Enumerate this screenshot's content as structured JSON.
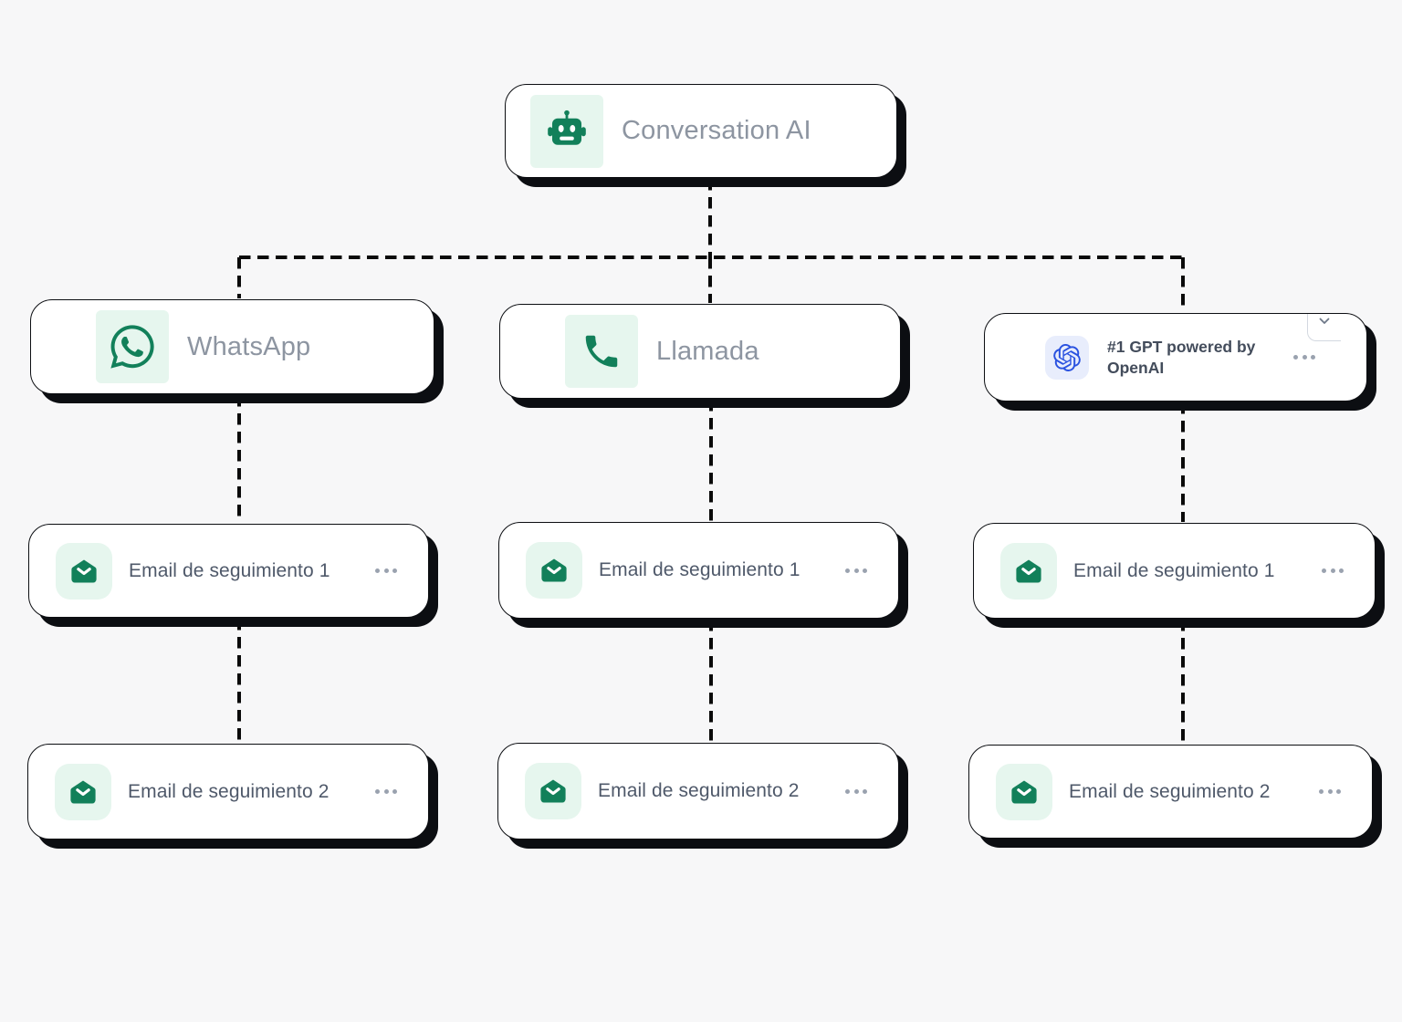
{
  "root": {
    "label": "Conversation AI"
  },
  "columns": [
    {
      "channel_label": "WhatsApp",
      "followups": [
        "Email de seguimiento 1",
        "Email de seguimiento 2"
      ]
    },
    {
      "channel_label": "Llamada",
      "followups": [
        "Email de seguimiento 1",
        "Email de seguimiento 2"
      ]
    },
    {
      "channel_label": "#1 GPT powered by OpenAI",
      "followups": [
        "Email de seguimiento 1",
        "Email de seguimiento 2"
      ]
    }
  ],
  "icons": {
    "root": "robot-icon",
    "whatsapp": "whatsapp-icon",
    "llamada": "phone-icon",
    "gpt": "openai-icon",
    "followup": "open-envelope-icon",
    "menu": "ellipsis-icon",
    "collapse": "chevron-down-icon"
  },
  "colors": {
    "background": "#f7f7f8",
    "card_bg": "#ffffff",
    "outline": "#0c0e12",
    "green": "#12805a",
    "green_tile_bg": "#e6f6ee",
    "blue": "#2a52e0",
    "blue_tile_bg": "#e8edfc",
    "title_text": "#8d95a1",
    "email_text": "#4f596a",
    "connector": "#0a0a0a"
  }
}
